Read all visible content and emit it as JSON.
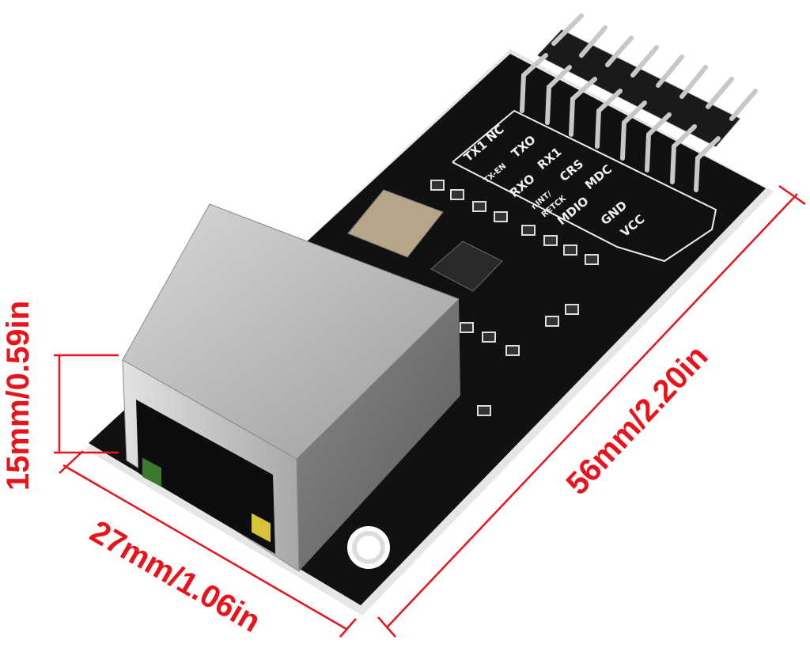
{
  "dimensions": {
    "height": "15mm/0.59in",
    "width": "27mm/1.06in",
    "length": "56mm/2.20in"
  },
  "silkscreen": [
    "TX1",
    "NC",
    "TXO",
    "TX-EN",
    "RX1",
    "RXO",
    "CRS",
    "nINT/",
    "RETCK",
    "MDC",
    "MDIO",
    "GND",
    "VCC"
  ],
  "colors": {
    "dimension_red": "#e8131b",
    "pcb_black": "#111111",
    "jack_silver": "#b9b9bb"
  }
}
